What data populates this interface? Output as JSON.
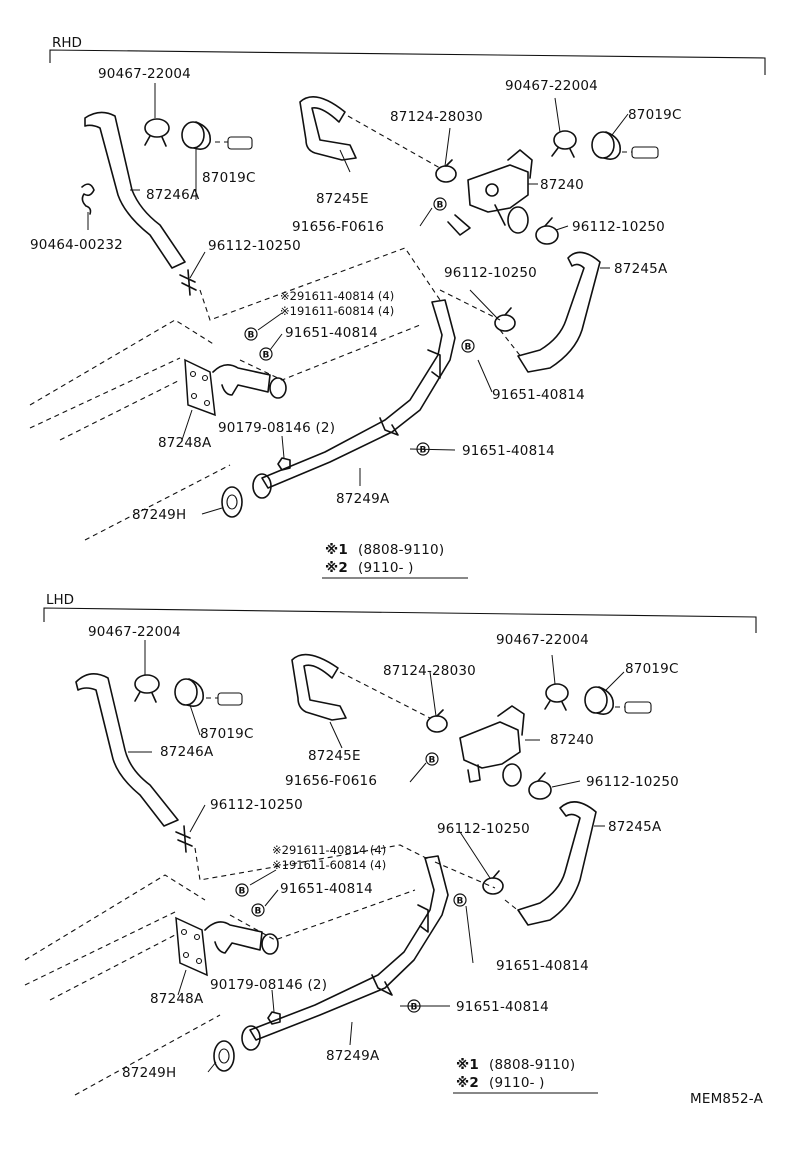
{
  "diagram_id": "MEM852-A",
  "bolt_mark": "B",
  "sections": [
    {
      "id": "rhd",
      "header": "RHD",
      "labels": {
        "clamp_left": "90467-22004",
        "clamp_right": "90467-22004",
        "grommet_left": "87019C",
        "grommet_right": "87019C",
        "hose_246": "87246A",
        "clip_top": "90464-00232",
        "clamp_96112_a": "96112-10250",
        "hose_245e": "87245E",
        "clamp_87124": "87124-28030",
        "valve": "87240",
        "bolt_91656": "91656-F0616",
        "clamp_96112_b": "96112-10250",
        "clamp_96112_c": "96112-10250",
        "hose_245a": "87245A",
        "note_1": "※291611-40814 (4)",
        "note_2": "※191611-60814 (4)",
        "bolt_91651_a": "91651-40814",
        "bolt_91651_b": "91651-40814",
        "bolt_91651_c": "91651-40814",
        "nut_90179": "90179-08146 (2)",
        "plate": "87248A",
        "gasket": "87249H",
        "pipe": "87249A"
      },
      "footnote": {
        "mark_1": "※1",
        "range_1": "(8808-9110)",
        "mark_2": "※2",
        "range_2": "(9110-        )"
      }
    },
    {
      "id": "lhd",
      "header": "LHD",
      "labels": {
        "clamp_left": "90467-22004",
        "clamp_right": "90467-22004",
        "grommet_left": "87019C",
        "grommet_right": "87019C",
        "hose_246": "87246A",
        "clamp_96112_a": "96112-10250",
        "hose_245e": "87245E",
        "clamp_87124": "87124-28030",
        "valve": "87240",
        "bolt_91656": "91656-F0616",
        "clamp_96112_b": "96112-10250",
        "clamp_96112_c": "96112-10250",
        "hose_245a": "87245A",
        "note_1": "※291611-40814 (4)",
        "note_2": "※191611-60814 (4)",
        "bolt_91651_a": "91651-40814",
        "bolt_91651_b": "91651-40814",
        "bolt_91651_c": "91651-40814",
        "nut_90179": "90179-08146 (2)",
        "plate": "87248A",
        "gasket": "87249H",
        "pipe": "87249A"
      },
      "footnote": {
        "mark_1": "※1",
        "range_1": "(8808-9110)",
        "mark_2": "※2",
        "range_2": "(9110-        )"
      }
    }
  ]
}
